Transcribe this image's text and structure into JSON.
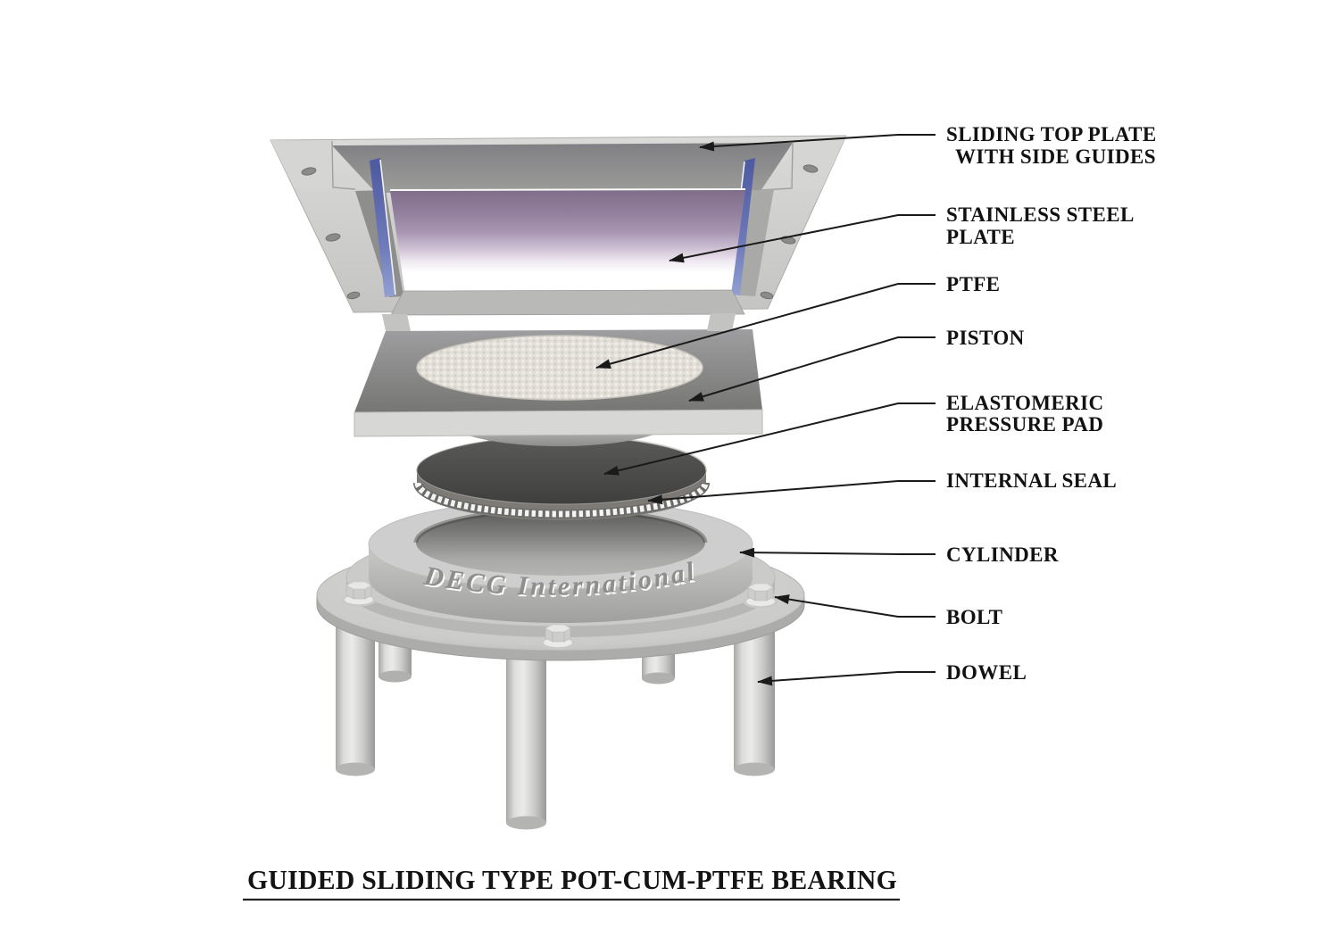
{
  "figure": {
    "title": "GUIDED SLIDING TYPE POT-CUM-PTFE BEARING",
    "engraving": "DECG International",
    "callouts": [
      {
        "part": "sliding-top-plate",
        "lines": [
          "SLIDING TOP PLATE",
          "WITH SIDE GUIDES"
        ]
      },
      {
        "part": "stainless-steel-plate",
        "lines": [
          "STAINLESS STEEL",
          "PLATE"
        ]
      },
      {
        "part": "ptfe",
        "lines": [
          "PTFE"
        ]
      },
      {
        "part": "piston",
        "lines": [
          "PISTON"
        ]
      },
      {
        "part": "elastomeric-pressure-pad",
        "lines": [
          "ELASTOMERIC",
          "PRESSURE PAD"
        ]
      },
      {
        "part": "internal-seal",
        "lines": [
          "INTERNAL SEAL"
        ]
      },
      {
        "part": "cylinder",
        "lines": [
          "CYLINDER"
        ]
      },
      {
        "part": "bolt",
        "lines": [
          "BOLT"
        ]
      },
      {
        "part": "dowel",
        "lines": [
          "DOWEL"
        ]
      }
    ],
    "colors": {
      "background": "#ffffff",
      "label_text": "#121212",
      "leader_line": "#1a1a1a",
      "metal_light": "#d6d6d4",
      "metal_mid": "#b5b5b3",
      "metal_dark": "#8d8d8b",
      "mirror_purple": "#8a7794",
      "guide_strip_blue": "#5d69ab",
      "pad_dark": "#494947",
      "ptfe_white": "#e3e0da"
    }
  }
}
